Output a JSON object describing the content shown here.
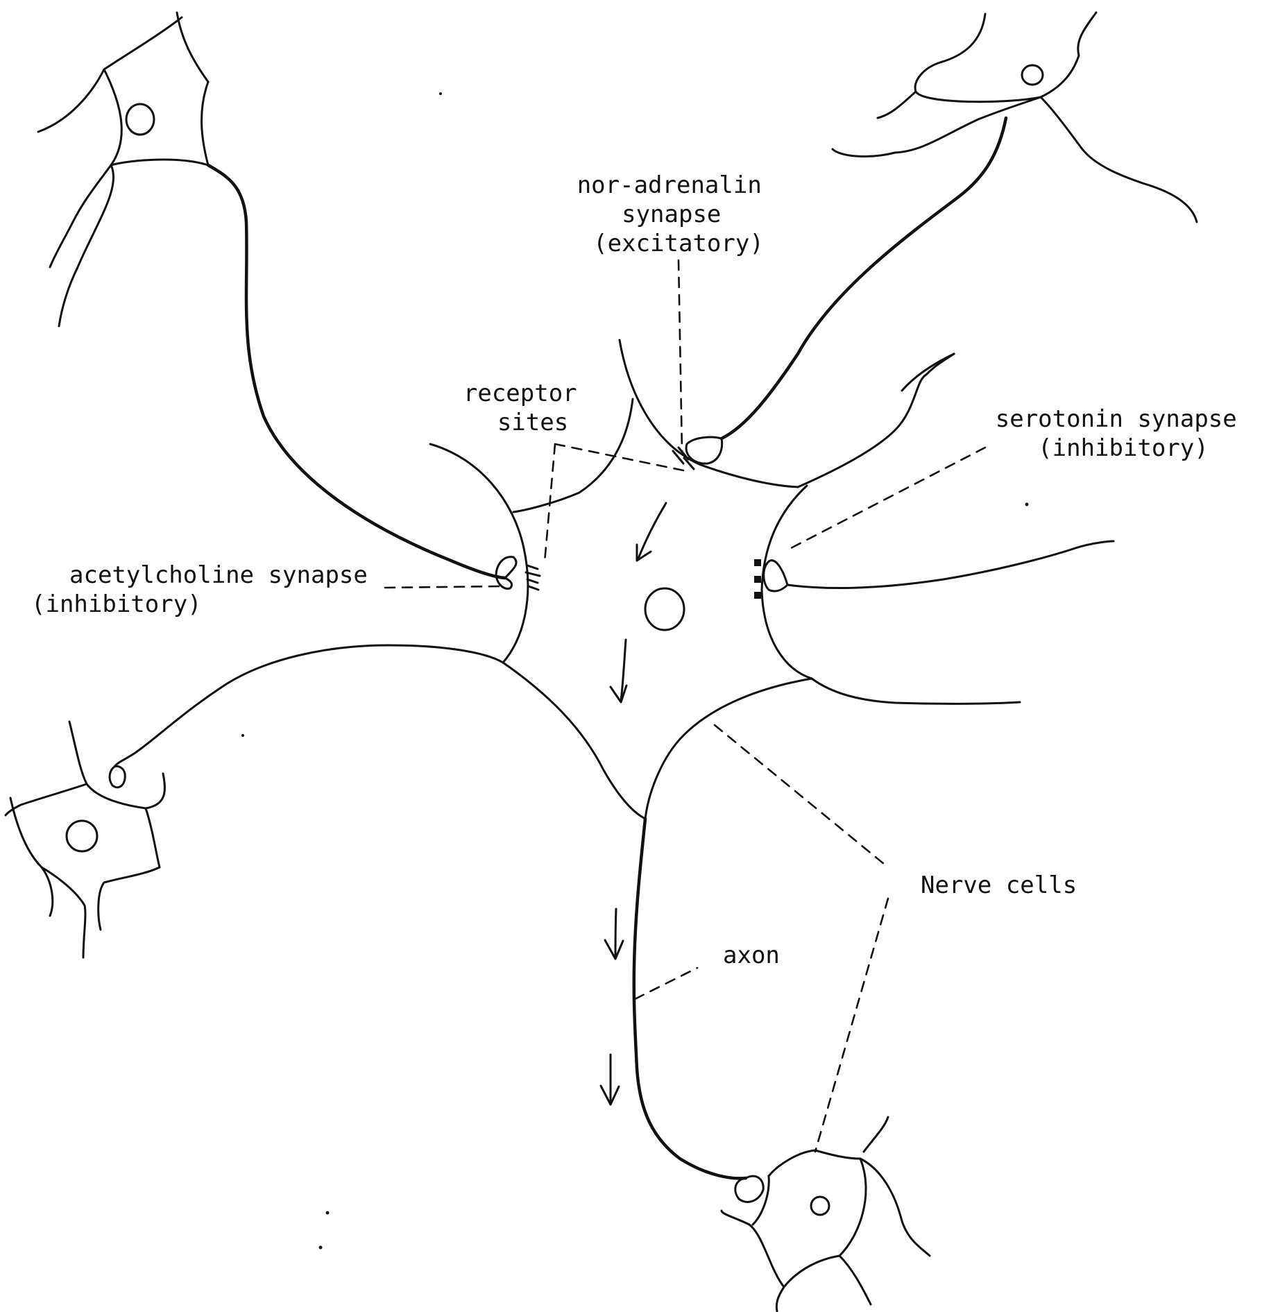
{
  "labels": {
    "noradrenalin": [
      "nor-adrenalin",
      "synapse",
      "(excitatory)"
    ],
    "receptor_sites": [
      "receptor",
      "sites"
    ],
    "serotonin": [
      "serotonin synapse",
      "(inhibitory)"
    ],
    "acetylcholine": [
      "acetylcholine synapse",
      "(inhibitory)"
    ],
    "nerve_cells": "Nerve cells",
    "axon": "axon"
  }
}
